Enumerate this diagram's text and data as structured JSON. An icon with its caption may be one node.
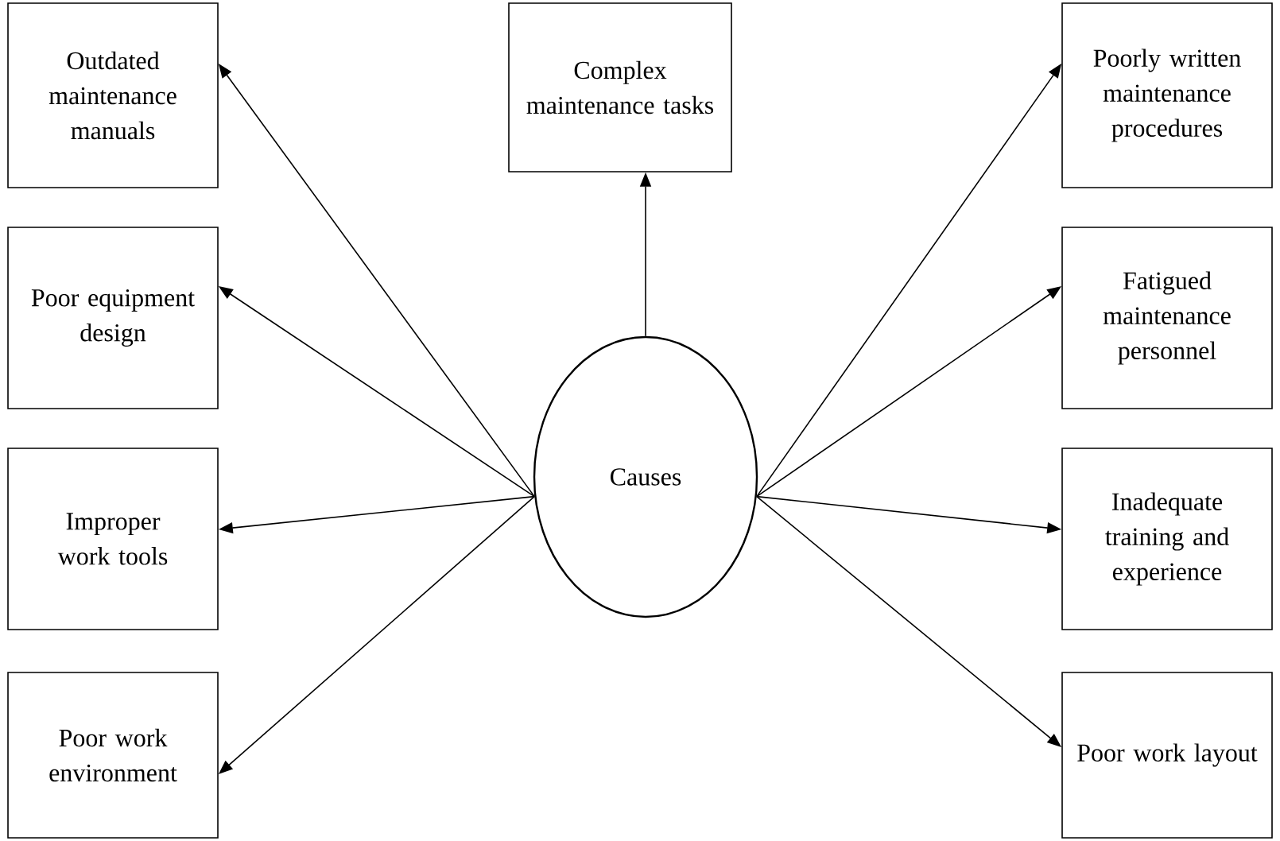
{
  "diagram": {
    "nodes": [
      {
        "text": [
          "Outdated maintenance manuals"
        ]
      },
      {
        "text": [
          "Complex maintenance tasks"
        ]
      },
      {
        "text": [
          "Poorly written maintenance procedures"
        ]
      },
      {
        "text": [
          "Poor equipment design"
        ]
      },
      {
        "text": [
          "Fatigued maintenance personnel"
        ]
      },
      {
        "text": [
          "Causes"
        ]
      },
      {
        "text": [
          "Improper work tools"
        ]
      },
      {
        "text": [
          "Inadequate training and experience"
        ]
      },
      {
        "text": [
          "Poor work environment"
        ]
      },
      {
        "text": [
          "Poor work layout"
        ]
      }
    ],
    "edges": [
      {
        "from": 5,
        "to": 0,
        "arrow": "to"
      },
      {
        "from": 5,
        "to": 1,
        "arrow": "to"
      },
      {
        "from": 5,
        "to": 2,
        "arrow": "to"
      },
      {
        "from": 5,
        "to": 3,
        "arrow": "to"
      },
      {
        "from": 5,
        "to": 4,
        "arrow": "to"
      },
      {
        "from": 5,
        "to": 6,
        "arrow": "to"
      },
      {
        "from": 5,
        "to": 7,
        "arrow": "to"
      },
      {
        "from": 5,
        "to": 8,
        "arrow": "to"
      },
      {
        "from": 5,
        "to": 9,
        "arrow": "to"
      }
    ]
  }
}
